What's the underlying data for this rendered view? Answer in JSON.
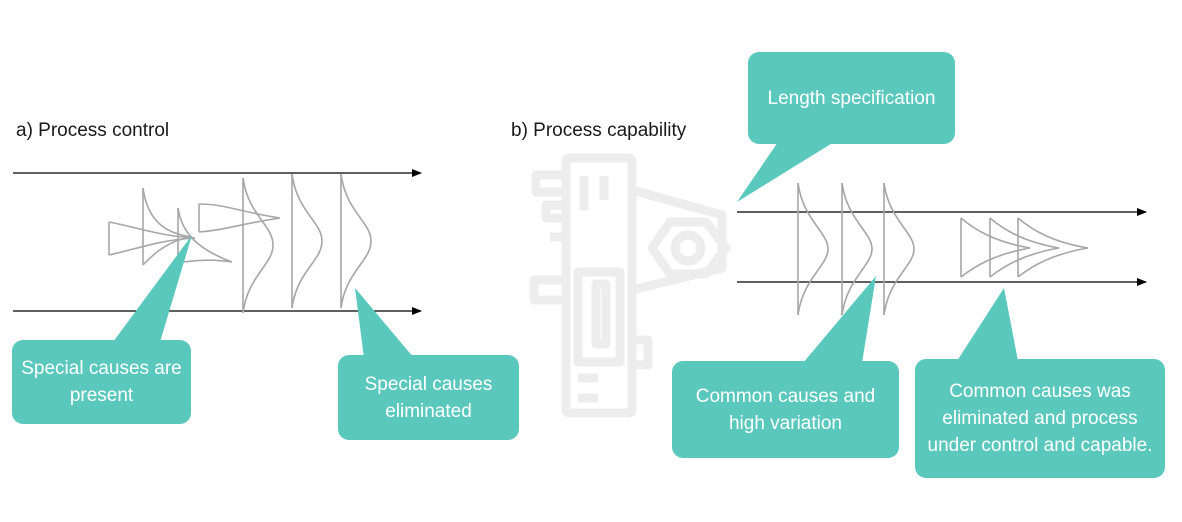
{
  "panel_a": {
    "title": "a) Process control",
    "callouts": {
      "present": "Special causes are present",
      "eliminated": "Special causes eliminated"
    }
  },
  "panel_b": {
    "title": "b) Process capability",
    "callouts": {
      "spec": "Length specification",
      "common_high": "Common causes and high variation",
      "capable": "Common causes was eliminated and process under control and capable."
    }
  },
  "colors": {
    "callout": "#5bc8bd",
    "curve": "#a6a6a6",
    "arrow": "#000000",
    "icon": "#ededed"
  },
  "icons": {
    "background": "caliper-icon"
  }
}
